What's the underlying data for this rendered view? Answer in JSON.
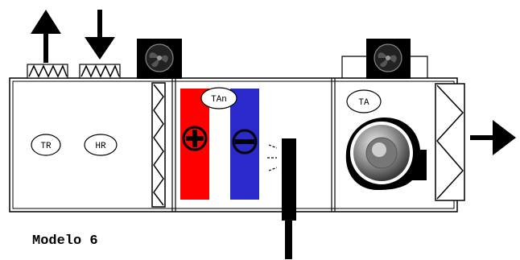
{
  "title": "Modelo 6",
  "sensors": {
    "tr": "TR",
    "hr": "HR",
    "tan": "TAn",
    "ta": "TA"
  },
  "colors": {
    "heating_coil": "#ff0000",
    "cooling_coil": "#2a2acc",
    "fan_housing": "#000000"
  },
  "icons": [
    "exhaust-arrow-up-icon",
    "intake-arrow-down-icon",
    "fan-icon",
    "heating-plus-icon",
    "cooling-minus-icon",
    "supply-arrow-right-icon",
    "centrifugal-fan-icon",
    "filter-icon"
  ]
}
